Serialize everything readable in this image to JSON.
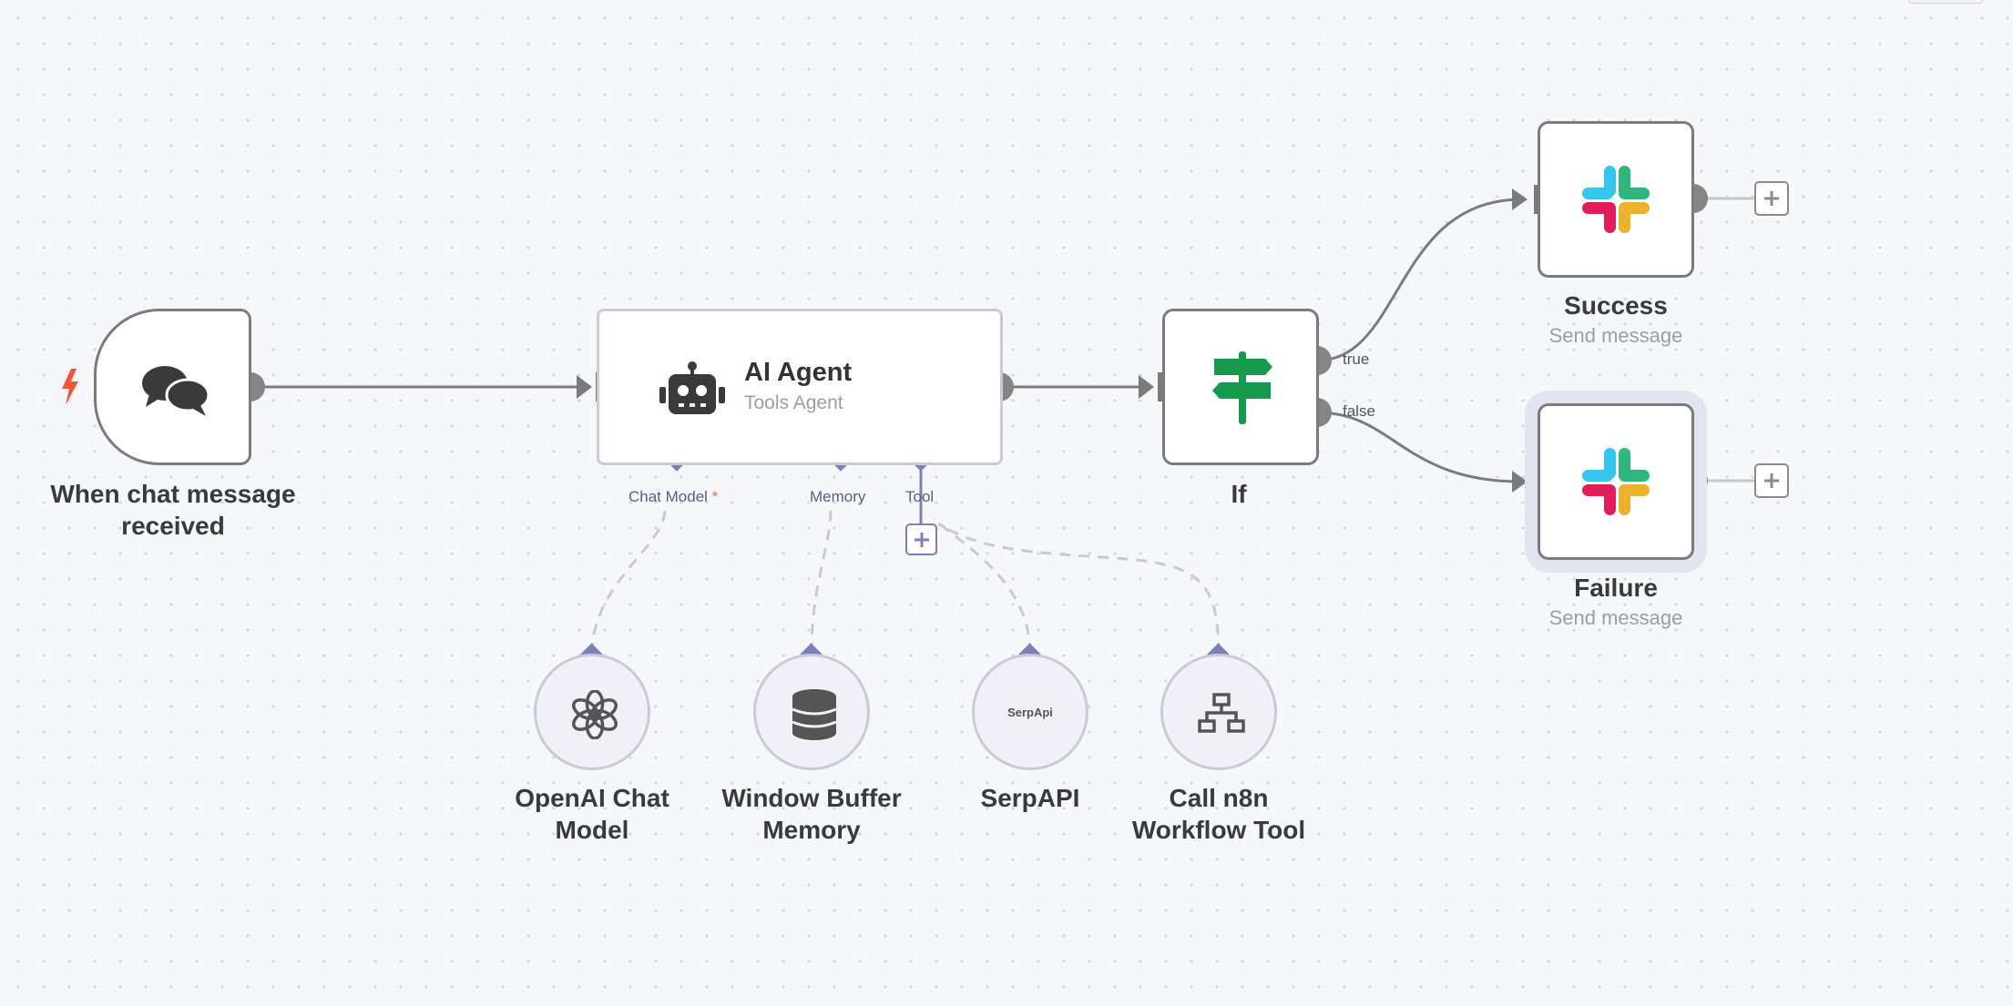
{
  "nodes": {
    "trigger": {
      "title": "When chat message received"
    },
    "agent": {
      "title": "AI Agent",
      "subtitle": "Tools Agent"
    },
    "if": {
      "title": "If"
    },
    "success": {
      "title": "Success",
      "subtitle": "Send message"
    },
    "failure": {
      "title": "Failure",
      "subtitle": "Send message"
    },
    "openai": {
      "title": "OpenAI Chat Model"
    },
    "memory": {
      "title": "Window Buffer Memory"
    },
    "serpapi": {
      "title": "SerpAPI",
      "logo_text": "SerpApi"
    },
    "workflow_tool": {
      "title": "Call n8n Workflow Tool"
    }
  },
  "ports": {
    "chat_model": "Chat Model",
    "chat_model_required": "*",
    "memory": "Memory",
    "tool": "Tool"
  },
  "branches": {
    "true_label": "true",
    "false_label": "false"
  },
  "colors": {
    "trigger_bolt": "#f0573a",
    "if_green": "#16994a",
    "slack_blue": "#36c5f0",
    "slack_green": "#2eb67d",
    "slack_yellow": "#ecb22e",
    "slack_red": "#e01e5a",
    "ai_port": "#7d80b8"
  },
  "icons": {
    "trigger": "chat-bubbles-icon",
    "agent": "robot-icon",
    "if": "signpost-icon",
    "slack": "slack-icon",
    "openai": "openai-icon",
    "memory": "database-icon",
    "workflow": "sitemap-icon"
  }
}
